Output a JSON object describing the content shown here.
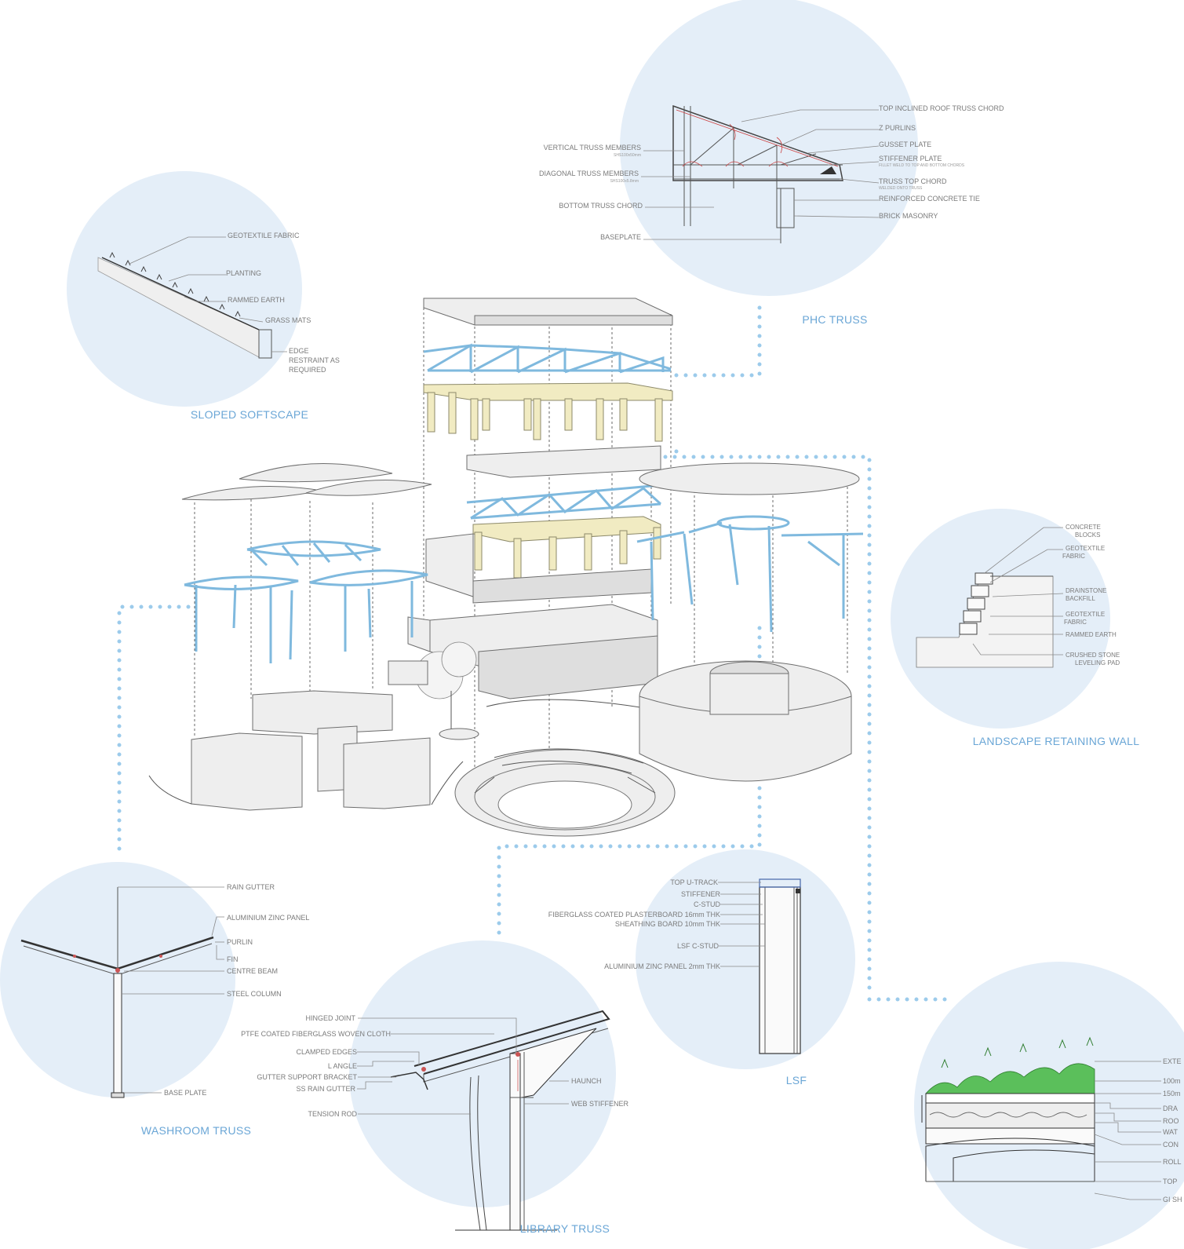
{
  "details": {
    "phc": {
      "title": "PHC TRUSS",
      "left": [
        "VERTICAL TRUSS MEMBERS",
        "DIAGONAL TRUSS MEMBERS",
        "BOTTOM TRUSS CHORD",
        "BASEPLATE"
      ],
      "left_sub": [
        "SHS100x50mm",
        "SHS100x5.8mm"
      ],
      "right": [
        "TOP INCLINED ROOF TRUSS CHORD",
        "Z PURLINS",
        "GUSSET PLATE",
        "STIFFENER PLATE",
        "TRUSS TOP CHORD",
        "REINFORCED CONCRETE TIE",
        "BRICK MASONRY"
      ],
      "right_sub": [
        "FILLET WELD TO TOP AND BOTTOM CHORDS",
        "WELDED ONTO TRUSS"
      ]
    },
    "softscape": {
      "title": "SLOPED SOFTSCAPE",
      "labels": [
        "GEOTEXTILE FABRIC",
        "PLANTING",
        "RAMMED EARTH",
        "GRASS  MATS",
        "EDGE",
        "RESTRAINT AS",
        "REQUIRED"
      ]
    },
    "retaining": {
      "title": "LANDSCAPE RETAINING WALL",
      "labels": [
        "CONCRETE",
        "BLOCKS",
        "GEOTEXTILE",
        "FABRIC",
        "DRAINSTONE",
        "BACKFILL",
        "GEOTEXTILE",
        "FABRIC",
        "RAMMED EARTH",
        "CRUSHED STONE",
        "LEVELING PAD"
      ]
    },
    "washroom": {
      "title": "WASHROOM TRUSS",
      "labels": [
        "RAIN GUTTER",
        "ALUMINIUM ZINC PANEL",
        "PURLIN",
        "FIN",
        "CENTRE BEAM",
        "STEEL COLUMN",
        "BASE PLATE"
      ]
    },
    "library": {
      "title": "LIBRARY TRUSS",
      "left": [
        "HINGED JOINT",
        "PTFE COATED FIBERGLASS WOVEN CLOTH",
        "CLAMPED EDGES",
        "L ANGLE",
        "GUTTER SUPPORT BRACKET",
        "SS RAIN GUTTER",
        "TENSION ROD"
      ],
      "right": [
        "HAUNCH",
        "WEB STIFFENER"
      ]
    },
    "lsf": {
      "title": "LSF",
      "labels": [
        "TOP U-TRACK",
        "STIFFENER",
        "C-STUD",
        "FIBERGLASS COATED PLASTERBOARD 16mm THK",
        "SHEATHING BOARD 10mm THK",
        "LSF C-STUD",
        "ALUMINIUM ZINC PANEL 2mm THK"
      ]
    },
    "green_roof": {
      "labels": [
        "EXTE",
        "100m",
        "150m",
        "DRA",
        "ROO",
        "WAT",
        "CON",
        "ROLL",
        "TOP",
        "GI SH"
      ]
    }
  },
  "colors": {
    "circle": "#e4eef8",
    "connector": "#9ccbeb",
    "truss": "#9ccbeb",
    "glulam": "#f1ebc2",
    "title": "#6aa6d6"
  }
}
